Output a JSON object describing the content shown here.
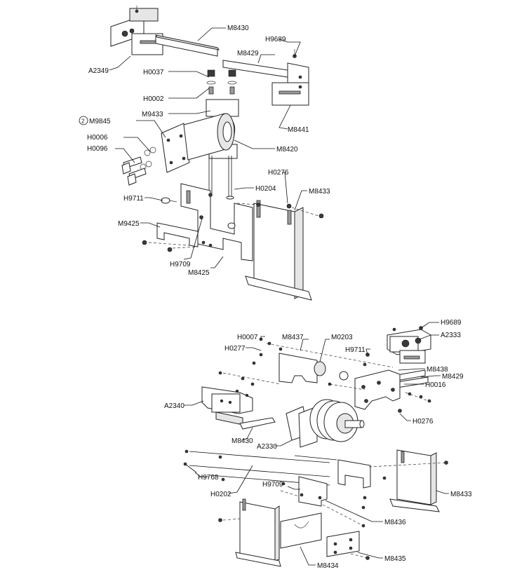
{
  "labels": {
    "M8430_top": "M8430",
    "H9689_top": "H9689",
    "M8429_top": "M8429",
    "A2349": "A2349",
    "H0037": "H0037",
    "H0002": "H0002",
    "M9433": "M9433",
    "M9845": "M9845",
    "M9845_marker": "2",
    "H0006": "H0006",
    "H0096": "H0096",
    "M8441": "M8441",
    "M8420": "M8420",
    "H0276_top": "H0276",
    "H0204": "H0204",
    "M8433_top": "M8433",
    "H9711_top": "H9711",
    "M9425": "M9425",
    "H9709_top": "H9709",
    "M8425": "M8425",
    "H9689_bot": "H9689",
    "A2333": "A2333",
    "H0007": "H0007",
    "M8437": "M8437",
    "M0203": "M0203",
    "H0277": "H0277",
    "H9711_bot": "H9711",
    "M8438": "M8438",
    "M8429_bot": "M8429",
    "H0016": "H0016",
    "A2340": "A2340",
    "H0276_bot": "H0276",
    "M8430_bot": "M8430",
    "A2330": "A2330",
    "H9768": "H9768",
    "H9709_bot": "H9709",
    "H0202": "H0202",
    "M8433_bot": "M8433",
    "M8436": "M8436",
    "M8435": "M8435",
    "M8434": "M8434"
  },
  "colors": {
    "ink": "#111111",
    "part_fill": "#ffffff",
    "shade_fill": "#e6e6e6",
    "hardware_fill": "#3a3a3a"
  }
}
